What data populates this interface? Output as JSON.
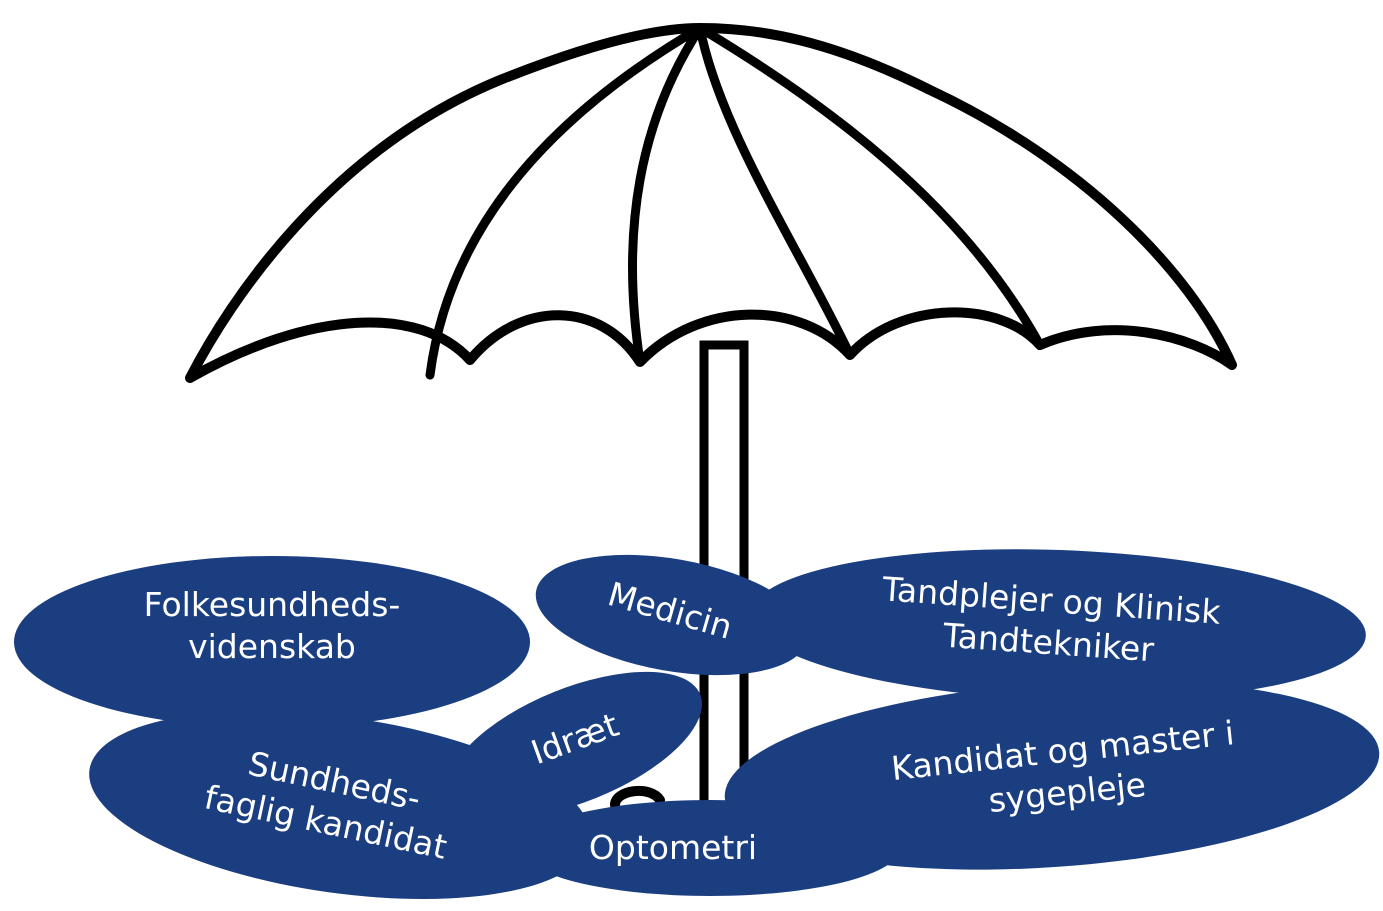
{
  "diagram": {
    "colors": {
      "ellipse_fill": "#1b3e80",
      "label_text": "#ffffff",
      "umbrella_stroke": "#000000",
      "umbrella_fill": "#ffffff"
    },
    "icon": "umbrella-icon",
    "labels": {
      "folkesundhed": "Folkesundheds-\nvidenskab",
      "medicin": "Medicin",
      "tandplejer": "Tandplejer og Klinisk\nTandtekniker",
      "idraet": "Idræt",
      "sundhedsfaglig": "Sundheds-\nfaglig kandidat",
      "kandidat_sygepleje": "Kandidat og master i\nsygepleje",
      "optometri": "Optometri"
    }
  }
}
